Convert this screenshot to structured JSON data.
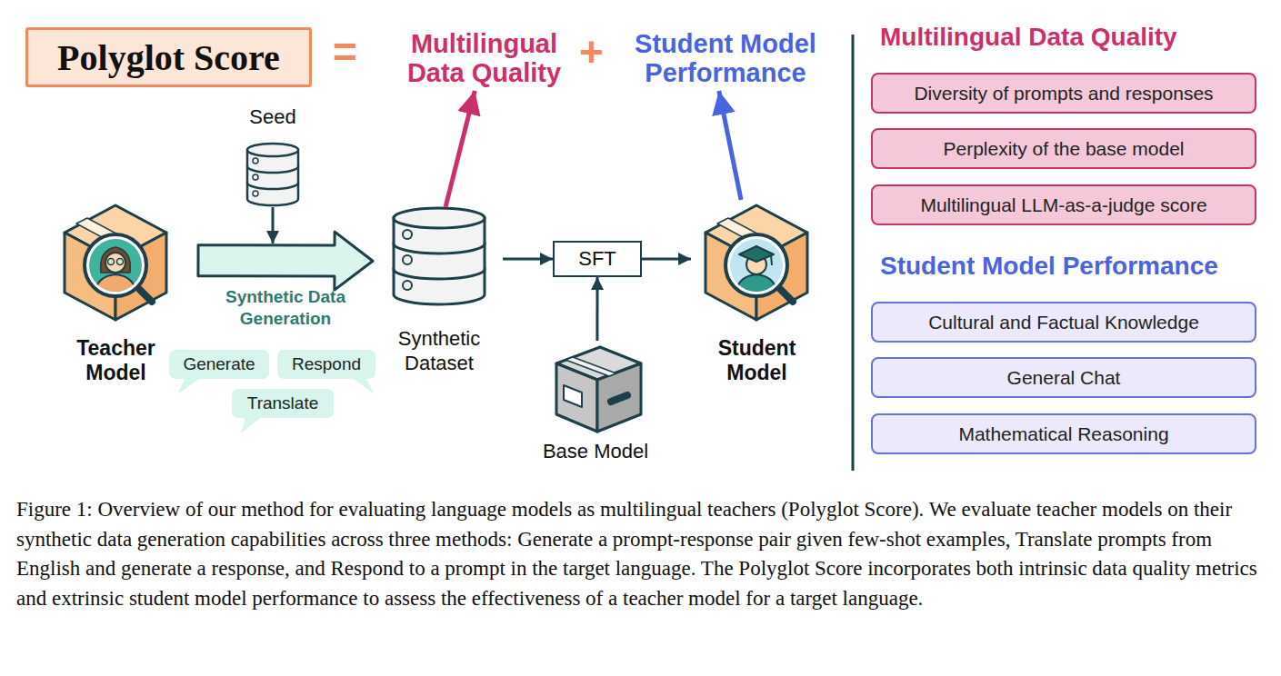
{
  "diagram": {
    "caption": "Figure 1: Overview of our method for evaluating language models as multilingual teachers (Polyglot Score). We evaluate teacher models on their synthetic data generation capabilities across three methods: Generate a prompt-response pair given few-shot examples, Translate prompts from English and generate a response, and Respond to a prompt in the target language. The Polyglot Score incorporates both intrinsic data quality metrics and extrinsic student model performance to assess the effectiveness of a teacher model for a target language.",
    "nodes": [
      {
        "text": [
          "Polyglot Score"
        ]
      },
      {
        "text": [
          "Multilingual Data Quality"
        ]
      },
      {
        "text": [
          "Student Model Performance"
        ]
      },
      {
        "text": [
          "Seed"
        ]
      },
      {
        "text": [
          "Teacher Model"
        ]
      },
      {
        "text": [
          "Synthetic Dataset"
        ]
      },
      {
        "text": [
          "SFT"
        ]
      },
      {
        "text": [
          "Student Model"
        ]
      },
      {
        "text": [
          "Generate"
        ]
      },
      {
        "text": [
          "Respond"
        ]
      },
      {
        "text": [
          "Translate"
        ]
      },
      {
        "text": [
          "Base Model"
        ]
      },
      {
        "text": [
          "Diversity of prompts and responses"
        ]
      },
      {
        "text": [
          "Perplexity of the base model"
        ]
      },
      {
        "text": [
          "Multilingual LLM-as-a-judge score"
        ]
      },
      {
        "text": [
          "Cultural and Factual Knowledge"
        ]
      },
      {
        "text": [
          "General Chat"
        ]
      },
      {
        "text": [
          "Mathematical Reasoning"
        ]
      }
    ],
    "edges": [
      {
        "from": 4,
        "to": 5,
        "label": "Synthetic Data Generation",
        "arrow": "to"
      },
      {
        "from": 5,
        "to": 1,
        "arrow": "to"
      },
      {
        "from": 5,
        "to": 6,
        "arrow": "to"
      },
      {
        "from": 11,
        "to": 6,
        "arrow": "to"
      },
      {
        "from": 6,
        "to": 7,
        "arrow": "to"
      },
      {
        "from": 7,
        "to": 2,
        "arrow": "to"
      }
    ],
    "labels": [
      "=",
      "+",
      "Multilingual Data Quality",
      "Student Model Performance"
    ]
  }
}
